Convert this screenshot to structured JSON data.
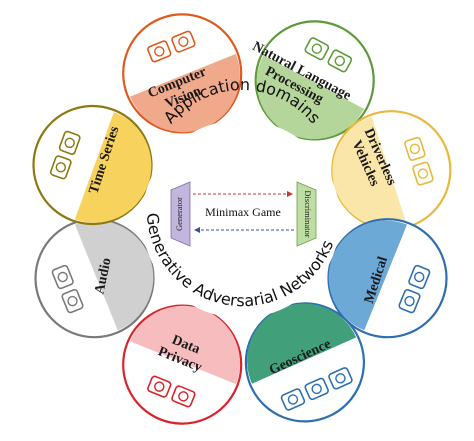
{
  "diagram": {
    "ring_top_text": "Application domains",
    "ring_bottom_text": "Generative Adversarial Networks",
    "center": {
      "generator": "Generator",
      "discriminator": "Discriminator",
      "game": "Minimax Game"
    },
    "colors": {
      "vision": "#F1A98C",
      "nlp": "#B5D69A",
      "vehicles": "#FAE6A8",
      "medical": "#6DA9D6",
      "geo": "#41A07A",
      "privacy": "#F7BDBE",
      "audio": "#D0D0D0",
      "timeseries": "#F7D25C",
      "generator_box": "#C2B6DE",
      "discriminator_box": "#BEDDA2",
      "arrow_top": "#C0392B",
      "arrow_bottom": "#3B4FA0"
    },
    "domains": [
      {
        "label_lines": [
          "Computer",
          "Vision"
        ],
        "icons": [
          "camera-icon",
          "video-camera-icon"
        ]
      },
      {
        "label_lines": [
          "Natural Language",
          "Processing"
        ],
        "icons": [
          "chatbot-icon",
          "speech-bubbles-icon"
        ]
      },
      {
        "label_lines": [
          "Driverless",
          "Vehicles"
        ],
        "icons": [
          "atom-icon",
          "electric-car-icon"
        ]
      },
      {
        "label_lines": [
          "Medical"
        ],
        "icons": [
          "stethoscope-icon",
          "medicine-bottle-icon"
        ]
      },
      {
        "label_lines": [
          "Geoscience"
        ],
        "icons": [
          "globe-icon",
          "mountain-icon",
          "weather-icon"
        ]
      },
      {
        "label_lines": [
          "Data",
          "Privacy"
        ],
        "icons": [
          "padlock-icon",
          "secure-heart-icon"
        ]
      },
      {
        "label_lines": [
          "Audio"
        ],
        "icons": [
          "microphone-icon",
          "music-note-icon"
        ]
      },
      {
        "label_lines": [
          "Time Series"
        ],
        "icons": [
          "coin-icon",
          "line-graph-icon"
        ]
      }
    ]
  }
}
